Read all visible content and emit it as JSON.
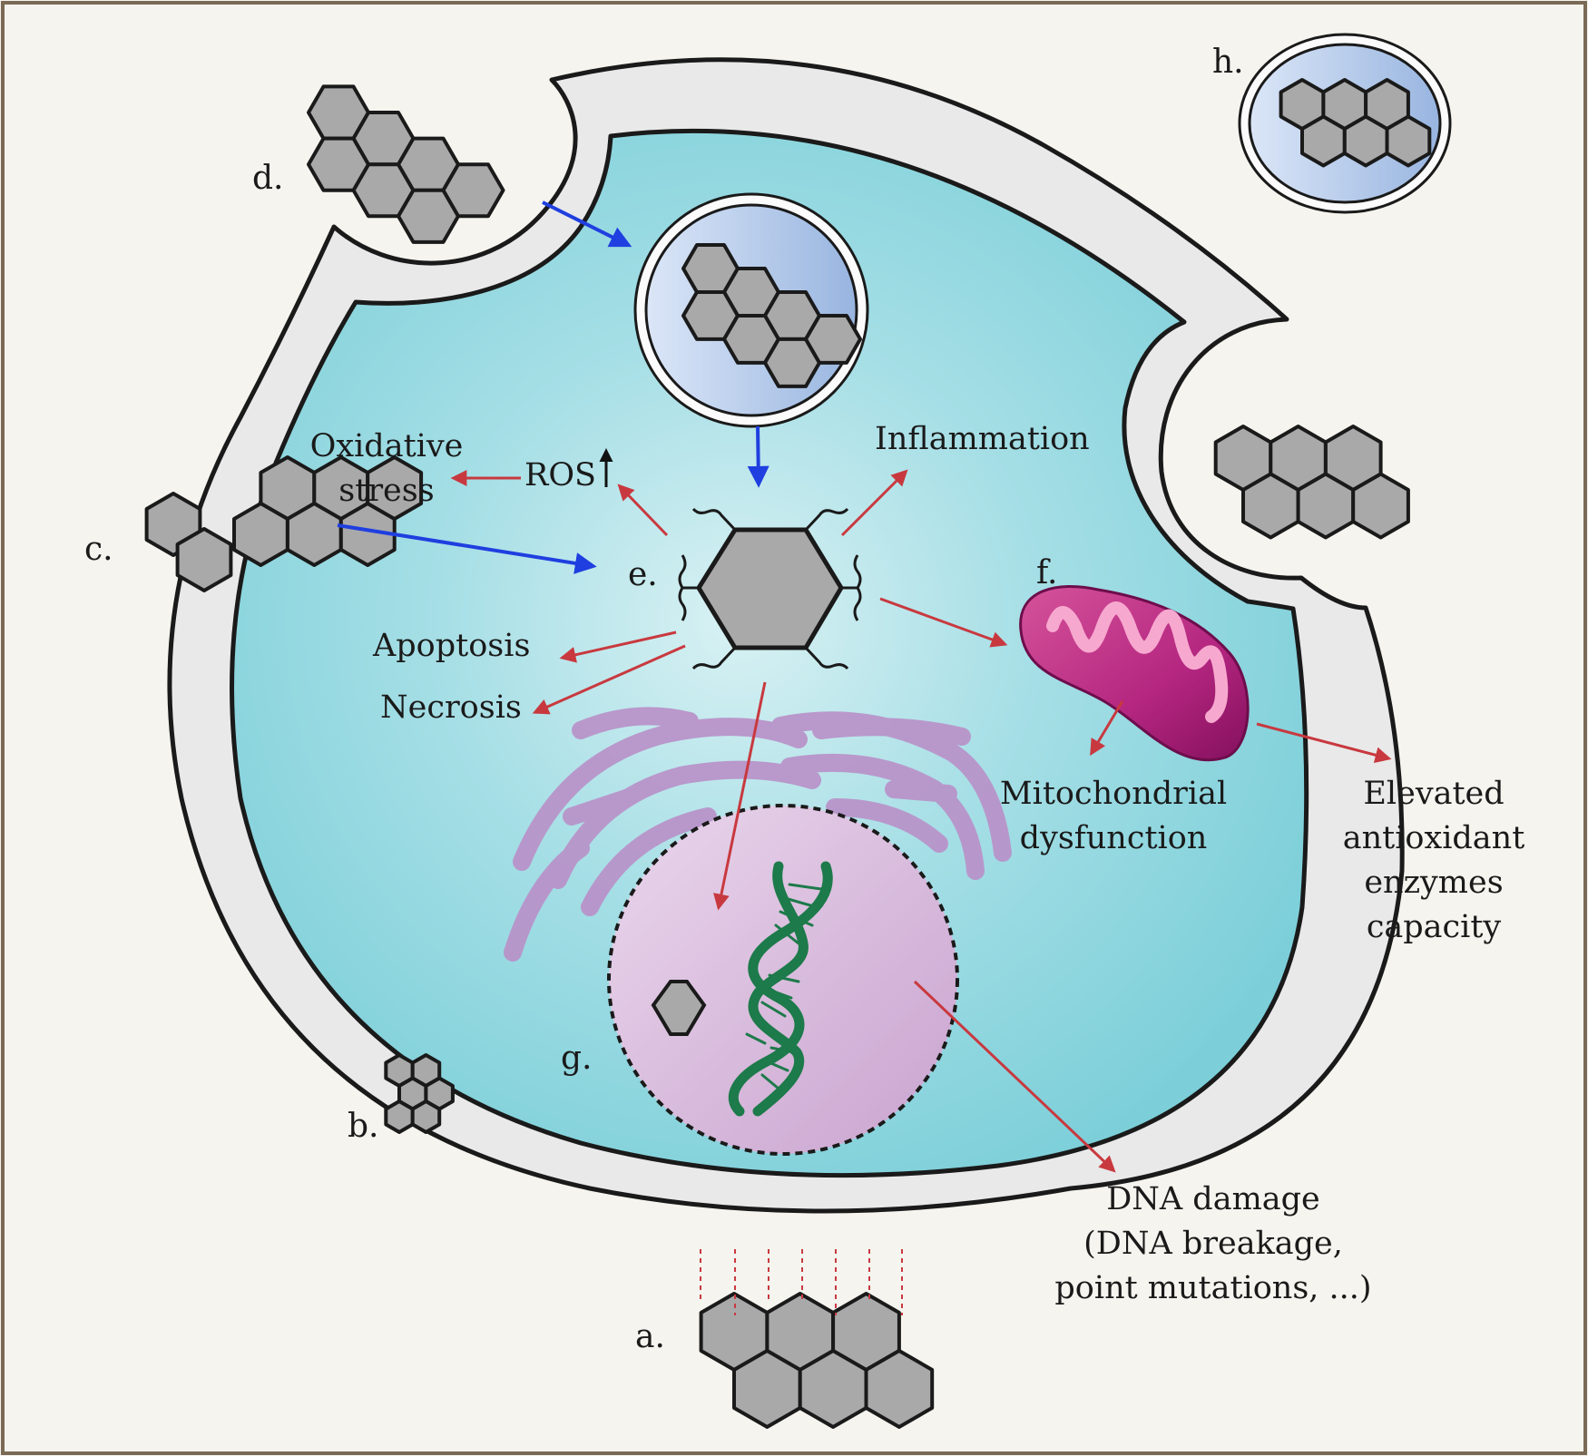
{
  "labels": {
    "a": "a.",
    "b": "b.",
    "c": "c.",
    "d": "d.",
    "e": "e.",
    "f": "f.",
    "g": "g.",
    "h": "h."
  },
  "effects": {
    "oxidative_stress_line1": "Oxidative",
    "oxidative_stress_line2": "stress",
    "ros": "ROS",
    "inflammation": "Inflammation",
    "apoptosis": "Apoptosis",
    "necrosis": "Necrosis",
    "mito_dysfunction_line1": "Mitochondrial",
    "mito_dysfunction_line2": "dysfunction",
    "antioxidant_line1": "Elevated",
    "antioxidant_line2": "antioxidant",
    "antioxidant_line3": "enzymes",
    "antioxidant_line4": "capacity",
    "dna_damage_line1": "DNA damage",
    "dna_damage_line2": "(DNA breakage,",
    "dna_damage_line3": "point mutations, ...)"
  },
  "colors": {
    "background": "#f5f4ee",
    "membrane": "#e8e8e8",
    "cytoplasm": "#7fcfd8",
    "particle": "#a9a9a9",
    "blue_arrow": "#1f3fe0",
    "red_arrow": "#c8393f",
    "mitochondrion": "#b0257a",
    "golgi": "#b992c9",
    "nucleus": "#d7b6d8",
    "dna": "#1d7a4a"
  }
}
